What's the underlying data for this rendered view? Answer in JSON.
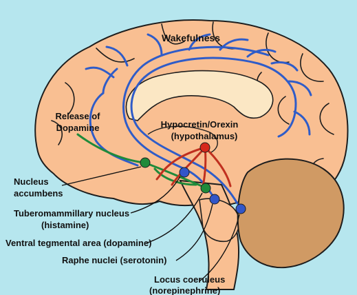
{
  "labels": {
    "wakefulness": "Wakefulness",
    "release_line1": "Release of",
    "release_line2": "Dopamine",
    "hypocretin_line1": "Hypocretin/Orexin",
    "hypocretin_line2": "(hypothalamus)",
    "nucleus_line1": "Nucleus",
    "nucleus_line2": "accumbens",
    "tubero_line1": "Tuberomammillary nucleus",
    "tubero_line2": "(histamine)",
    "vta": "Ventral tegmental area (dopamine)",
    "raphe": "Raphe nuclei (serotonin)",
    "locus_line1": "Locus coeruleus",
    "locus_line2": "(norepinephrine)"
  },
  "colors": {
    "background": "#b6e6ee",
    "brain": "#f9bf92",
    "brain_outline": "#1d1d1d",
    "cerebellum": "#d09a64",
    "blue_pathway": "#2f5cc8",
    "green_pathway": "#1f8a3a",
    "red_pathway": "#c0301f",
    "corpus_callosum": "#fbe7c4"
  }
}
